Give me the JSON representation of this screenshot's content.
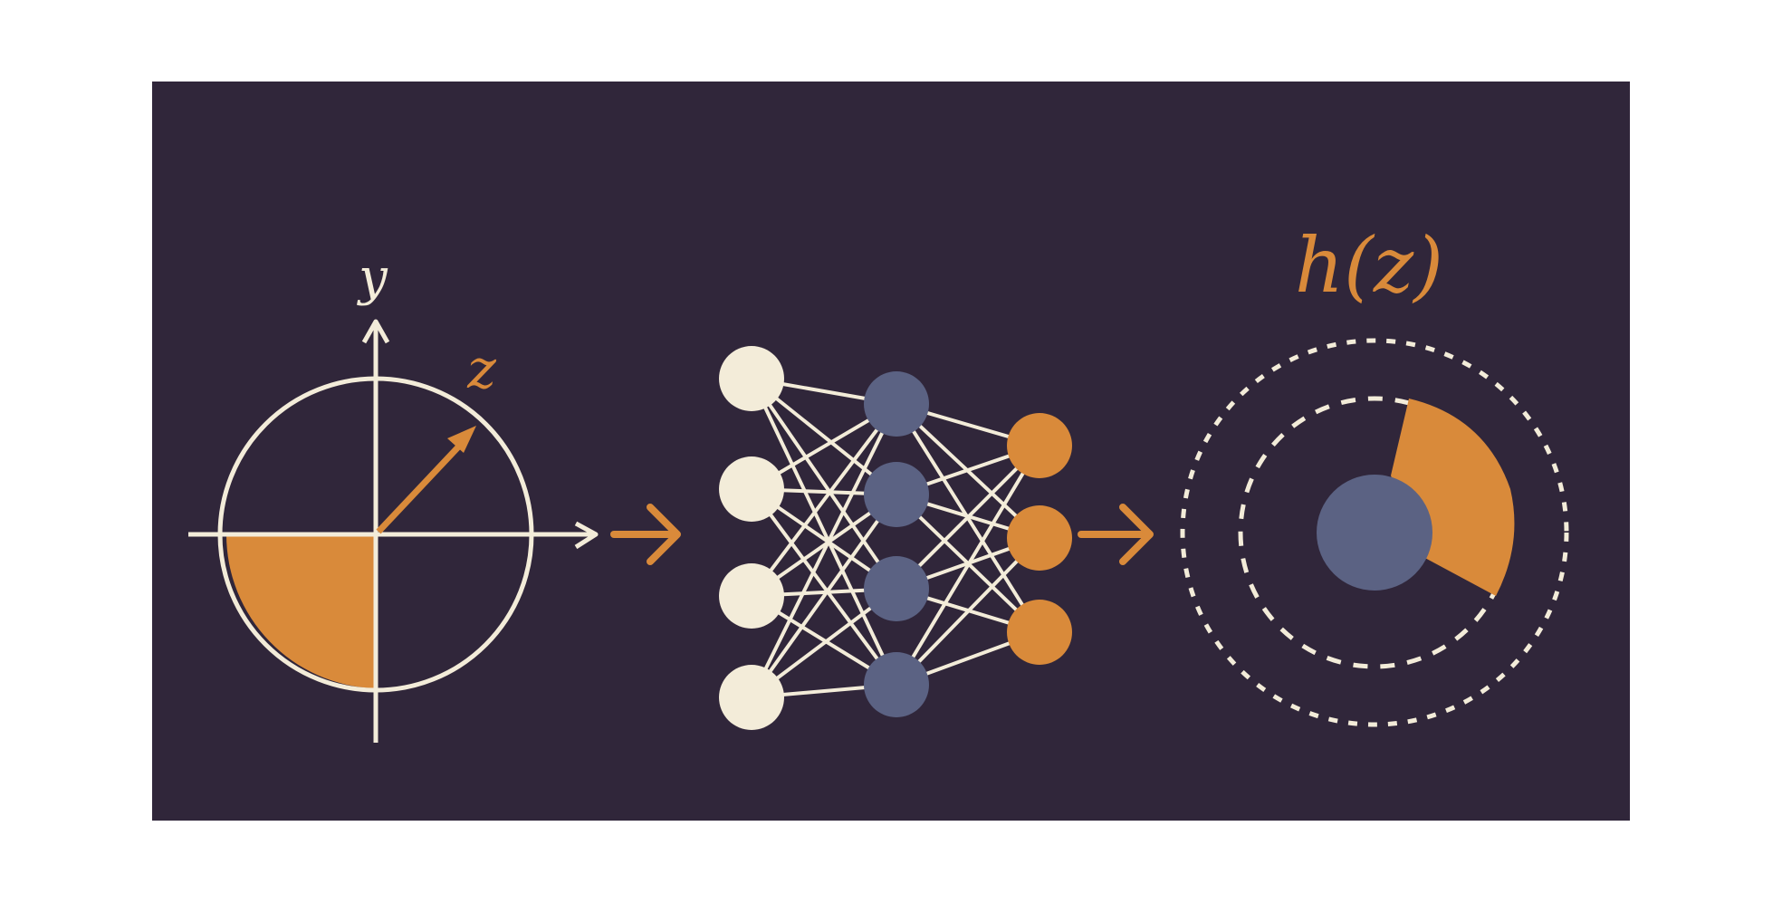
{
  "labels": {
    "y_axis": "y",
    "vector": "z",
    "output": "h(z)"
  },
  "network": {
    "layers": [
      4,
      4,
      3
    ]
  },
  "colors": {
    "background": "#30263a",
    "cream": "#f3ecd9",
    "orange": "#d98a3a",
    "slate": "#5b6283",
    "page": "#ffffff"
  }
}
